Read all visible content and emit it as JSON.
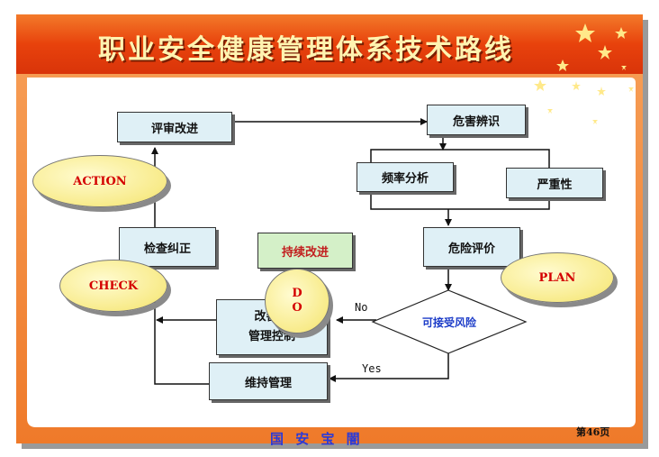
{
  "title": "职业安全健康管理体系技术路线",
  "nodes": {
    "review": "评审改进",
    "hazard": "危害辨识",
    "frequency": "频率分析",
    "severity": "严重性",
    "check_correct": "检查纠正",
    "continuous": "持续改进",
    "risk_eval": "危险评价",
    "acceptable": "可接受风险",
    "improve_line1": "改善管",
    "improve_line2": "管理控制",
    "maintain": "维持管理"
  },
  "ovals": {
    "action": "ACTION",
    "check": "CHECK",
    "plan": "PLAN",
    "do_line1": "D",
    "do_line2": "O"
  },
  "edge_labels": {
    "no": "No",
    "yes": "Yes"
  },
  "footer": "国 安 宝 闇",
  "page_number": "第46页",
  "colors": {
    "banner": "#ee5a12",
    "frame": "#f08a3c",
    "oval": "#f8eb8a",
    "box": "#dff0f6",
    "oval_text": "#d40000"
  }
}
